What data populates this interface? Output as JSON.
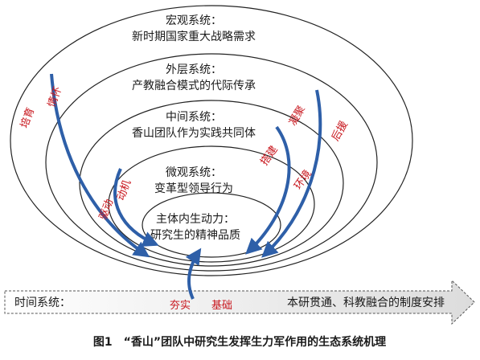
{
  "systems": {
    "macro": {
      "title": "宏观系统：",
      "subtitle": "新时期国家重大战略需求"
    },
    "exo": {
      "title": "外层系统：",
      "subtitle": "产教融合模式的代际传承"
    },
    "meso": {
      "title": "中间系统：",
      "subtitle": "香山团队作为实践共同体"
    },
    "micro": {
      "title": "微观系统：",
      "subtitle": "变革型领导行为"
    },
    "core": {
      "title": "主体内生动力：",
      "subtitle": "研究生的精神品质"
    }
  },
  "time_arrow": {
    "left_label": "时间系统：",
    "right_label": "本研贯通、科教融合的制度安排"
  },
  "arrow_labels": {
    "cultivate": "培育",
    "feelings": "情怀",
    "cohesion": "凝聚",
    "backing": "后援",
    "build": "搭建",
    "environment": "环境",
    "drive": "驱动",
    "motivation": "动机",
    "solid": "夯实",
    "foundation": "基础"
  },
  "caption": "图1　“香山”团队中研究生发挥生力军作用的生态系统机理",
  "colors": {
    "arrow_blue": "#2e5fa8",
    "label_red": "#c8161d",
    "line": "#222222"
  }
}
